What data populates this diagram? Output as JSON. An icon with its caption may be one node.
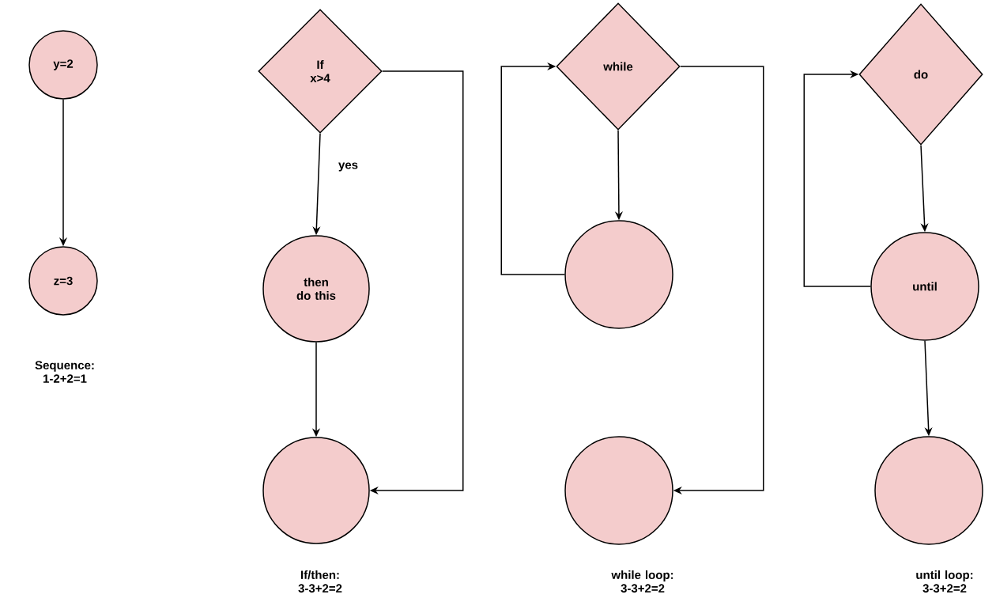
{
  "diagram": {
    "nodes": [
      {
        "text": [
          "y=2"
        ]
      },
      {
        "text": [
          "z=3"
        ],
        "beside": [
          "Sequence: 1-2+2=1"
        ]
      },
      {
        "text": [
          "If x>4"
        ]
      },
      {
        "text": [
          "then do this"
        ]
      },
      {
        "text": [],
        "shape": "circle",
        "beside": [
          "If/then: 3-3+2=2"
        ]
      },
      {
        "text": [
          "while"
        ]
      },
      {
        "text": [],
        "shape": "circle"
      },
      {
        "text": [],
        "shape": "circle",
        "beside": [
          "while loop: 3-3+2=2"
        ]
      },
      {
        "text": [
          "do"
        ]
      },
      {
        "text": [
          "until"
        ]
      },
      {
        "text": [],
        "shape": "circle",
        "beside": [
          "until loop: 3-3+2=2"
        ]
      }
    ],
    "edges": [
      {
        "from": 0,
        "to": 1,
        "arrow": "to"
      },
      {
        "from": 2,
        "to": 3,
        "arrow": "to",
        "label": "yes"
      },
      {
        "from": 3,
        "to": 4,
        "arrow": "to"
      },
      {
        "from": 2,
        "to": 4,
        "arrow": "to"
      },
      {
        "from": 6,
        "to": 5,
        "arrow": "to"
      },
      {
        "from": 5,
        "to": 6,
        "arrow": "to"
      },
      {
        "from": 5,
        "to": 7,
        "arrow": "to"
      },
      {
        "from": 9,
        "to": 8,
        "arrow": "to"
      },
      {
        "from": 8,
        "to": 9,
        "arrow": "to"
      },
      {
        "from": 9,
        "to": 10,
        "arrow": "to"
      }
    ]
  }
}
